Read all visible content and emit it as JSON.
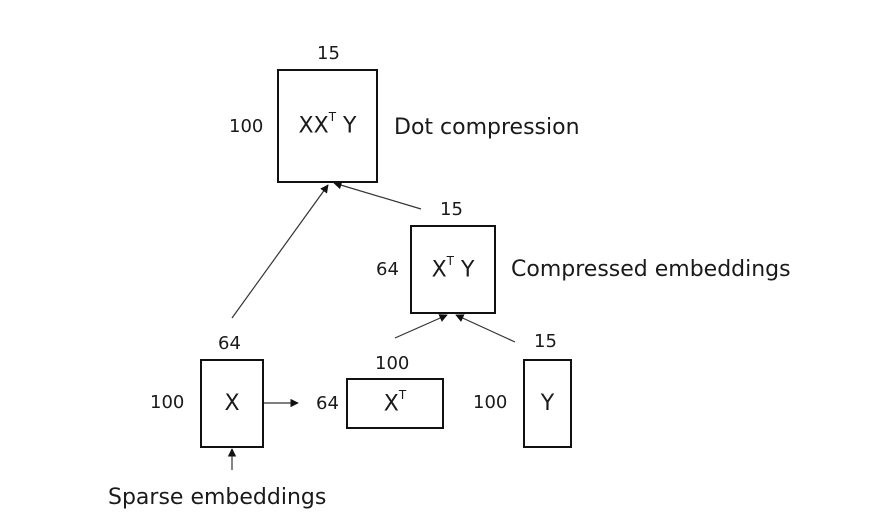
{
  "nodes": {
    "dot": {
      "main": "XX",
      "sup": "T",
      "tail": " Y",
      "width_dim": "15",
      "height_dim": "100",
      "caption": "Dot compression"
    },
    "compressed": {
      "main": "X",
      "sup": "T",
      "tail": " Y",
      "width_dim": "15",
      "height_dim": "64",
      "caption": "Compressed embeddings"
    },
    "x": {
      "main": "X",
      "sup": "",
      "tail": "",
      "width_dim": "64",
      "height_dim": "100",
      "caption": "Sparse embeddings"
    },
    "xt": {
      "main": "X",
      "sup": "T",
      "tail": "",
      "width_dim": "100",
      "height_dim": "64"
    },
    "y": {
      "main": "Y",
      "sup": "",
      "tail": "",
      "width_dim": "15",
      "height_dim": "100"
    }
  },
  "edges": [
    {
      "from": "sparse-input",
      "to": "x"
    },
    {
      "from": "x",
      "to": "xt"
    },
    {
      "from": "x",
      "to": "dot"
    },
    {
      "from": "compressed",
      "to": "dot"
    },
    {
      "from": "xt",
      "to": "compressed"
    },
    {
      "from": "y",
      "to": "compressed"
    }
  ]
}
